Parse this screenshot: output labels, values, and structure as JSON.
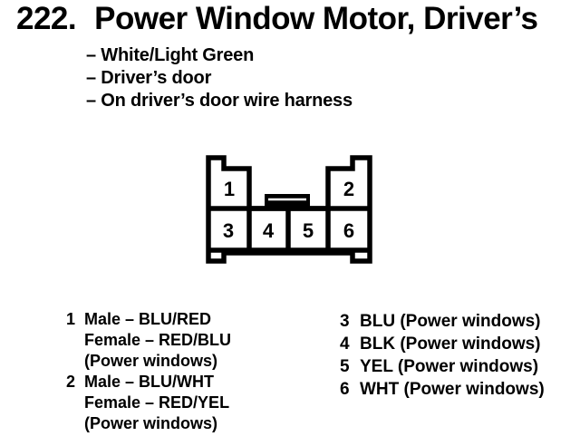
{
  "colors": {
    "ink": "#000000",
    "paper": "#ffffff"
  },
  "heading": {
    "number": "222.",
    "title": "Power Window Motor, Driver’s"
  },
  "notes": [
    "– White/Light Green",
    "– Driver’s door",
    "– On driver’s door wire harness"
  ],
  "connector": {
    "description": "6-cavity connector, front view",
    "pin_labels": [
      "1",
      "2",
      "3",
      "4",
      "5",
      "6"
    ]
  },
  "pinout_left": [
    {
      "pin": "1",
      "lines": [
        "Male – BLU/RED",
        "Female – RED/BLU",
        "(Power windows)"
      ]
    },
    {
      "pin": "2",
      "lines": [
        "Male – BLU/WHT",
        "Female – RED/YEL",
        "(Power windows)"
      ]
    }
  ],
  "pinout_right": [
    {
      "pin": "3",
      "desc": "BLU (Power windows)"
    },
    {
      "pin": "4",
      "desc": "BLK (Power windows)"
    },
    {
      "pin": "5",
      "desc": "YEL (Power windows)"
    },
    {
      "pin": "6",
      "desc": "WHT (Power windows)"
    }
  ]
}
